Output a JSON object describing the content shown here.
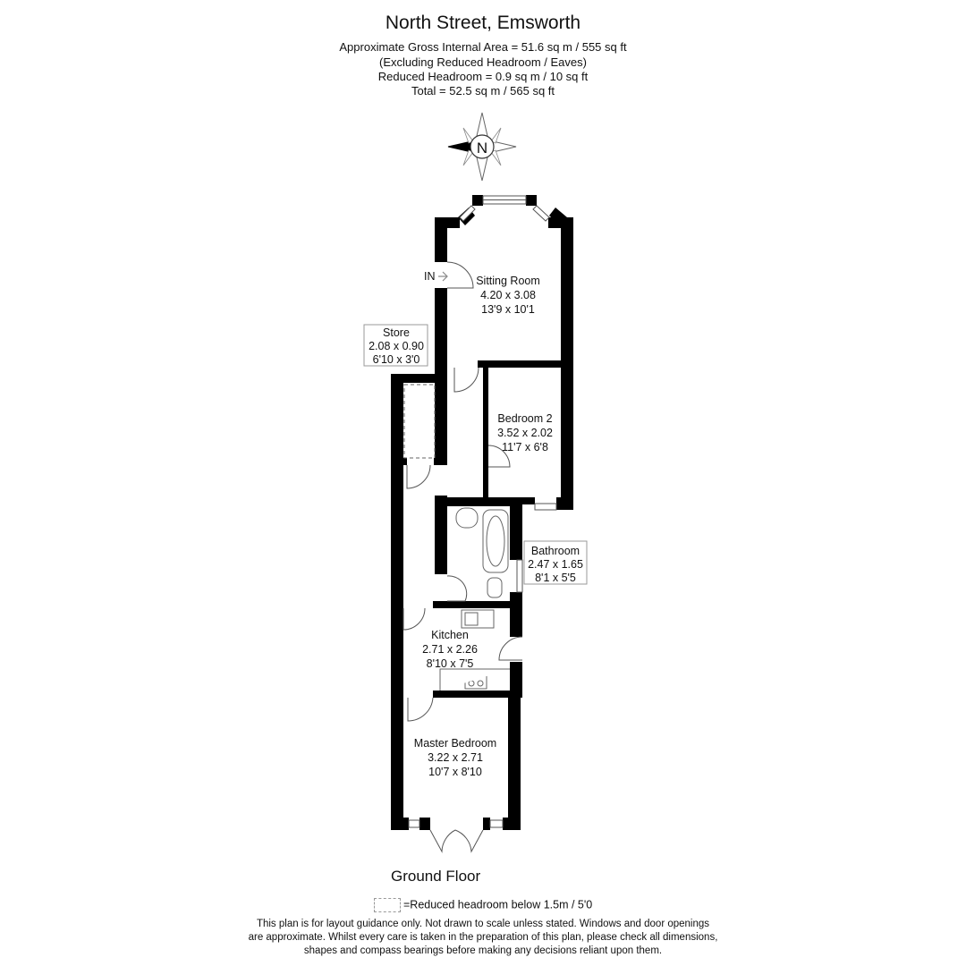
{
  "header": {
    "title": "North Street, Emsworth",
    "lines": [
      "Approximate Gross Internal Area = 51.6 sq m / 555 sq ft",
      "(Excluding Reduced Headroom / Eaves)",
      "Reduced Headroom = 0.9 sq m / 10 sq ft",
      "Total = 52.5 sq m / 565 sq ft"
    ]
  },
  "compass": {
    "label": "N",
    "direction": "west"
  },
  "entrance": {
    "label": "IN"
  },
  "rooms": [
    {
      "id": "sitting-room",
      "name": "Sitting Room",
      "metric": "4.20 x 3.08",
      "imperial": "13'9 x 10'1"
    },
    {
      "id": "bedroom-2",
      "name": "Bedroom 2",
      "metric": "3.52 x 2.02",
      "imperial": "11'7 x 6'8"
    },
    {
      "id": "store",
      "name": "Store",
      "metric": "2.08 x 0.90",
      "imperial": "6'10 x 3'0"
    },
    {
      "id": "bathroom",
      "name": "Bathroom",
      "metric": "2.47 x 1.65",
      "imperial": "8'1 x 5'5"
    },
    {
      "id": "kitchen",
      "name": "Kitchen",
      "metric": "2.71 x 2.26",
      "imperial": "8'10 x 7'5"
    },
    {
      "id": "master-bedroom",
      "name": "Master Bedroom",
      "metric": "3.22 x 2.71",
      "imperial": "10'7 x 8'10"
    }
  ],
  "floor_label": "Ground Floor",
  "legend": {
    "text": "=Reduced headroom below 1.5m / 5'0"
  },
  "disclaimer": [
    "This plan is for layout guidance only. Not drawn to scale unless stated. Windows and door openings",
    "are approximate. Whilst every care is taken in the preparation of this plan, please check all dimensions,",
    "shapes and compass bearings before making any decisions reliant upon them."
  ]
}
